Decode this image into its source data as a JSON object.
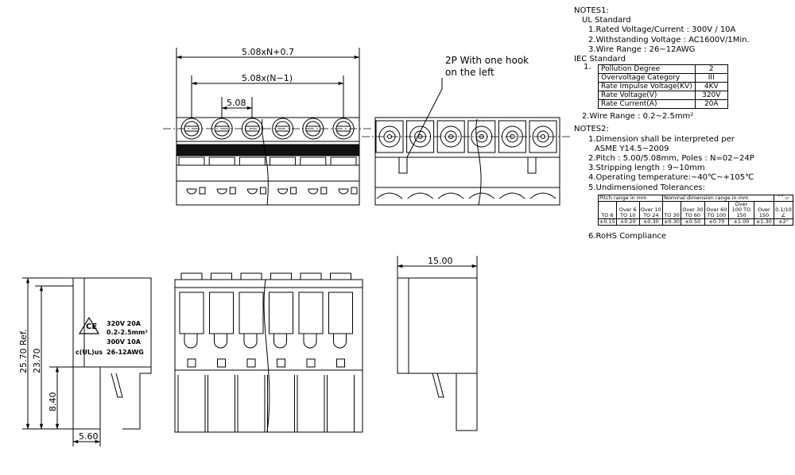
{
  "dimensions": {
    "overall_width": "5.08xN+0.7",
    "pitch_span": "5.08x(N−1)",
    "pitch": "5.08",
    "side_depth": "15.00",
    "height_ref": "25.70 Ref.",
    "height": "23.70",
    "pin_height": "8.40",
    "pin_offset": "5.60"
  },
  "callout": {
    "line1": "2P With one hook",
    "line2": "on the left"
  },
  "label_plate": {
    "line1": "320V 20A",
    "line2": "0.2-2.5mm²",
    "line3": "300V 10A",
    "line4": "26-12AWG"
  },
  "notes1": {
    "title": "NOTES1:",
    "ul_title": "UL Standard",
    "ul_items": [
      "1.Rated Voltage/Current :  300V / 10A",
      "2.Withstanding Voltage :  AC1600V/1Min.",
      "3.Wire Range :  26~12AWG"
    ],
    "iec_title": "IEC Standard",
    "iec_index": "1.",
    "iec_table": [
      {
        "param": "Pollution Degree",
        "value": "2"
      },
      {
        "param": "Overvoltage Category",
        "value": "III"
      },
      {
        "param": "Rate Impulse Voltage(KV)",
        "value": "4KV"
      },
      {
        "param": "Rate Voltage(V)",
        "value": "320V"
      },
      {
        "param": "Rate Current(A)",
        "value": "20A"
      }
    ],
    "iec_wire": "2.Wire Range :  0.2~2.5mm²"
  },
  "notes2": {
    "title": "NOTES2:",
    "items": [
      "1.Dimension shall be interpreted per",
      "ASME  Y14.5−2009",
      "2.Pitch :  5.00/5.08mm, Poles :  N=02−24P",
      "3.Stripping length :  9~10mm",
      "4.Operating temperature:−40℃~+105℃",
      "5.Undimensioned Tolerances:"
    ],
    "rohs": "6.RoHS Compliance"
  },
  "tolerance_table": {
    "pitch_header": "Pitch range in mm",
    "nominal_header": "Nominal dimension range in mm",
    "pitch_cols": [
      "TO 6",
      "Over 6 TO 10",
      "Over 10 TO 24"
    ],
    "nominal_cols": [
      "TO 30",
      "Over 30 TO 60",
      "Over 60 TO 100",
      "Over 100 TO 150",
      "Over 150"
    ],
    "pitch_tols": [
      "±0.15",
      "±0.20",
      "±0.30"
    ],
    "nominal_tols": [
      "±0.30",
      "±0.50",
      "±0.70",
      "±1.00",
      "±1.30"
    ],
    "flat_value": "0.1/10",
    "angle_value": "±2°"
  }
}
